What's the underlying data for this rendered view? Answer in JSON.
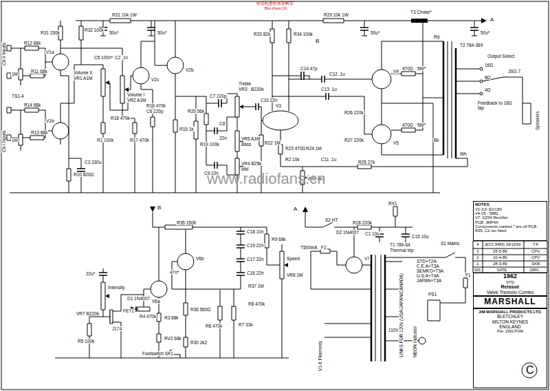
{
  "diagram": {
    "nodes": [
      {
        "text": [
          "NOTES",
          "V1-3,6: ECC83",
          "V4,V5 - 5881",
          "V7: GZ34 Rectifier",
          "PCB: JMP4A",
          "Components marked * are off PCB.",
          "R35, C2 not fitted."
        ]
      },
      {
        "text": [
          "1962",
          "STD",
          "Reissue",
          "Valve Tremolo Combo"
        ]
      },
      {
        "text": [
          "MARSHALL"
        ]
      },
      {
        "text": [
          "JIM MARSHALL PRODUCTS LTD.",
          "BLETCHLEY",
          "MILTON KEYNES",
          "ENGLAND",
          "File: 1962.PGM"
        ]
      }
    ],
    "labels": [
      "收音机爱好者资料库",
      "Bbs.cFans.CN",
      "R31 150k",
      "R32 100k",
      "R21 10k 1W",
      "50u*",
      "50u*",
      "R29 10k 1W",
      "50u*",
      "T3 Choke*",
      "A",
      "R33 82k",
      "R34 100k",
      "B",
      "V1a",
      "R12 68k",
      "R11 68k",
      "1M",
      "Ch II Inputs",
      "TS1-4",
      "R14 68k",
      "V1b",
      "R13 68k",
      "1M",
      "Ch I Inputs",
      "R10 820Ω",
      "C3 330u",
      "Volume II",
      "VR1 A1M",
      "C5 100n*",
      "C2 .1n",
      "Volume I",
      "VR2 A1M",
      "R16 470k",
      "C6 220p",
      "R18 470k",
      "R1 100k",
      "R17 470k",
      "V2c",
      "V2b",
      "R15 1k",
      "R19 100k",
      "C7 220p",
      "R20 56k",
      "Treble",
      "VR3",
      "B220k",
      "C10 22n",
      "C8",
      "22n",
      "VR5 A1M",
      "Bass",
      "R22 1M",
      "C9 22n",
      "VR4 B25k",
      "Mid",
      "V3",
      "C14 47p",
      "C12 .1u",
      "C13 .1u",
      "R26 220k",
      "R27 220k",
      "R23 470Ω",
      "R24 1M",
      "R2 10k",
      "C11 .1u",
      "R25 27k",
      "VR9 4k7",
      "V4",
      "V5",
      "470Ω",
      "5W*",
      "470Ω",
      "5W*",
      "50u*",
      "Rd",
      "T2 784-389",
      "Output Select",
      "16Ω",
      "8Ω",
      "4Ω",
      "JSG.7",
      "Speakers",
      "Bk",
      "Wh",
      "Feedback to 16Ω tap",
      "B",
      "R35 150K",
      "C18 10n",
      "C19 22n",
      "C17 22n",
      "C16 22n",
      "R9 68k",
      "Speed",
      "VR8 1M",
      "V6b",
      "V6a",
      "47n*",
      "R37 1M",
      "R8 470k",
      "R36 560Ω",
      "R6 470k",
      "R7 33k",
      "R30 2k2",
      "Intensity",
      "VR7 B220k",
      "22u*",
      "FET1",
      "D1 1N4007",
      "R4 470k",
      "J174",
      "R5 100k",
      "R3 68k",
      "RV2 68k",
      "Footswitch SK1",
      "A",
      "S2 HT",
      "R28 220k",
      "D2 1N4007",
      "T500mA",
      "F2",
      "V7",
      "C1 10u",
      "RX1",
      "C15 10u",
      "T1 789-64",
      "Thermal trip",
      "S1 Mains",
      "STD+T2A",
      "C.E.A+T3A",
      "SEMKO+T3A",
      "U.S.A+T4A",
      "JAPAN+T3A",
      "F1",
      "LINKS FOR 120V (USA/JAPAN/CANADA)",
      "110V",
      "NEON Indicator",
      "V1-6 Filaments",
      "PS1",
      "www.radiofans.cn",
      "4",
      "(ECC 8485)",
      "29/10/93",
      "T.F",
      "3",
      "25-5-89",
      "CPV",
      "2",
      "10-4-89",
      "CPV",
      "1",
      "28-3-89",
      "SKB",
      "ISS.",
      "DATE",
      "DRN.",
      "C"
    ]
  }
}
